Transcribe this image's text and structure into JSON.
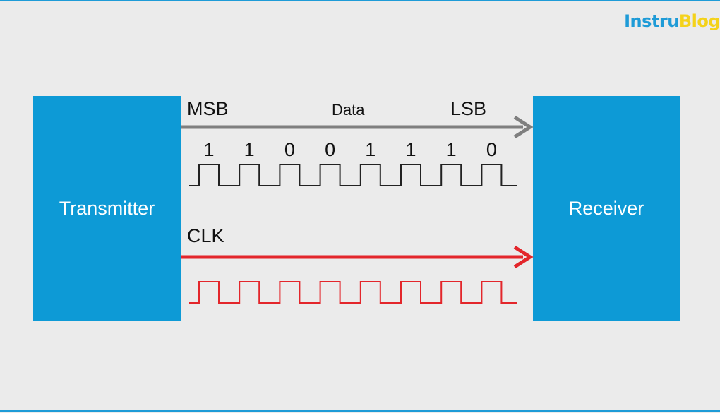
{
  "logo": {
    "part1": "Instru",
    "part2": "Blog"
  },
  "transmitter": {
    "label": "Transmitter"
  },
  "receiver": {
    "label": "Receiver"
  },
  "data_line": {
    "msb_label": "MSB",
    "title": "Data",
    "lsb_label": "LSB",
    "bits": [
      "1",
      "1",
      "0",
      "0",
      "1",
      "1",
      "1",
      "0"
    ]
  },
  "clock_line": {
    "label": "CLK",
    "pulses": 8
  },
  "colors": {
    "frame": "#1e9bd7",
    "block": "#0d9ad6",
    "data_arrow": "#7f7f7f",
    "clock": "#e3262b",
    "logo_accent": "#f4d21a"
  }
}
